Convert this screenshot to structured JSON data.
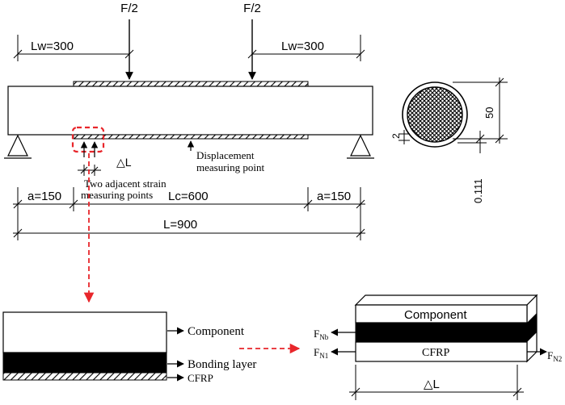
{
  "labels": {
    "load_left": "F/2",
    "load_right": "F/2",
    "lw_left": "Lw=300",
    "lw_right": "Lw=300",
    "delta_l": "△L",
    "strain_points_line1": "Two adjacent strain",
    "strain_points_line2": "measuring points",
    "displacement_line1": "Displacement",
    "displacement_line2": "measuring point",
    "a_left": "a=150",
    "lc": "Lc=600",
    "a_right": "a=150",
    "l_total": "L=900",
    "section_dim_50": "50",
    "section_dim_2": "2",
    "section_dim_0111": "0.111",
    "detail_component": "Component",
    "detail_bonding": "Bonding layer",
    "detail_cfrp": "CFRP",
    "element_component": "Component",
    "element_cfrp": "CFRP",
    "element_fnb": "F",
    "element_fnb_sub": "Nb",
    "element_fn1": "F",
    "element_fn1_sub": "N1",
    "element_fn2": "F",
    "element_fn2_sub": "N2",
    "element_delta_l": "△L"
  },
  "colors": {
    "highlight": "#e8262b",
    "ink": "#000000",
    "paper": "#ffffff"
  }
}
